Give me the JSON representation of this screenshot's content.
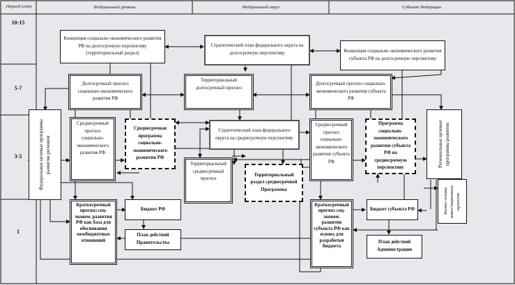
{
  "header": {
    "period": "Период (лет)",
    "federal": "Федеральный уровень",
    "district": "Федеральный округ",
    "subject": "Субъект Федерации"
  },
  "periods": [
    "10-15",
    "5-7",
    "3-5",
    "1"
  ],
  "boxes": {
    "concept_rf": "Концепция социально-экономического развития РФ на долгосрочную перспективу (территориальный раздел)",
    "strategic_plan_long": "Стратегический план федерального округа на долгосрочную перспективу",
    "concept_subject": "Концепция социально-экономического развития субъекта РФ на долгосрочную перспективу",
    "longterm_forecast_rf": "Долгосрочный прогноз социально-экономического развития РФ",
    "territorial_longterm": "Территориальный долгосрочный прогноз",
    "longterm_forecast_subject": "Долгосрочный прогноз социально-экономического развития субъекта РФ",
    "federal_target_programs": "Федеральные целевые программы развития регионов",
    "midterm_forecast_rf": "Среднесрочный прогноз социально-экономического развития РФ",
    "midterm_program_rf": "Среднесрочная программа социально-экономического развития РФ",
    "strategic_plan_mid": "Стратегический план федерального округа на среднесрочную перспективу",
    "territorial_midterm_forecast": "Территориальный среднесрочный прогноз",
    "territorial_section": "Территориальный раздел среднесрочной Программы",
    "midterm_forecast_subject": "Среднесрочный прогноз социально-экономического развития субъекта РФ",
    "program_subject": "Программа социально-экономического развития субъекта РФ на среднесрочную перспективу",
    "regional_target_programs": "Региональные целевые программы развития",
    "business_plans": "Бизнес-планы инвестиционных проектов",
    "shortterm_forecast_rf": "Краткосрочный прогноз соц-эконом. развития РФ как база для обоснования межбюджетных отношений",
    "budget_rf": "Бюджет РФ",
    "government_plan": "План действий Правительства",
    "shortterm_forecast_subject": "Краткосрочный прогноз соц-эконом. развития субъекта РФ как основа для разработки бюджета",
    "budget_subject": "Бюджет субъекта РФ",
    "administration_plan": "План действий Администрации"
  }
}
